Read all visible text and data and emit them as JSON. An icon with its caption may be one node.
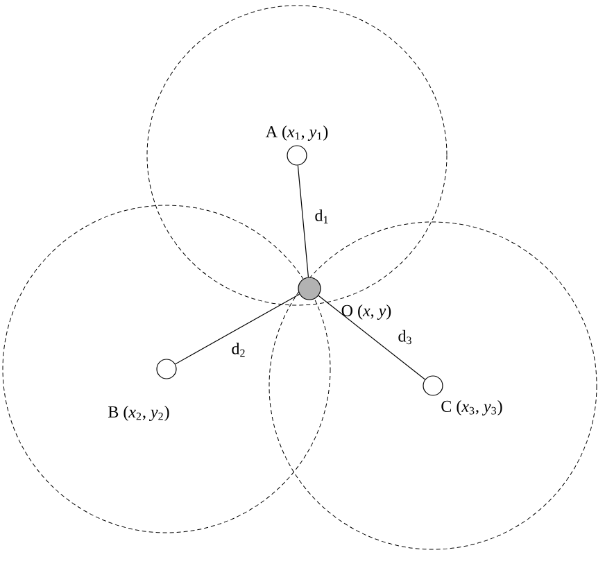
{
  "diagram": {
    "nodes": [
      {
        "text": [],
        "shape": "circle",
        "beside": [
          "A (*x*$_{1}$, *y*$_{1}$)"
        ]
      },
      {
        "text": [],
        "shape": "circle",
        "beside": [
          "O (*x*, *y*)"
        ]
      },
      {
        "text": [],
        "shape": "circle",
        "beside": [
          "B (*x*$_{2}$, *y*$_{2}$)"
        ]
      },
      {
        "text": [],
        "shape": "circle",
        "beside": [
          "C (*x*$_{3}$, *y*$_{3}$)"
        ]
      }
    ],
    "edges": [
      {
        "from": 0,
        "to": 1,
        "arrow": "none",
        "label": "d$_{1}$"
      },
      {
        "from": 2,
        "to": 1,
        "arrow": "none",
        "label": "d$_{2}$"
      },
      {
        "from": 3,
        "to": 1,
        "arrow": "none",
        "label": "d$_{3}$"
      }
    ]
  }
}
